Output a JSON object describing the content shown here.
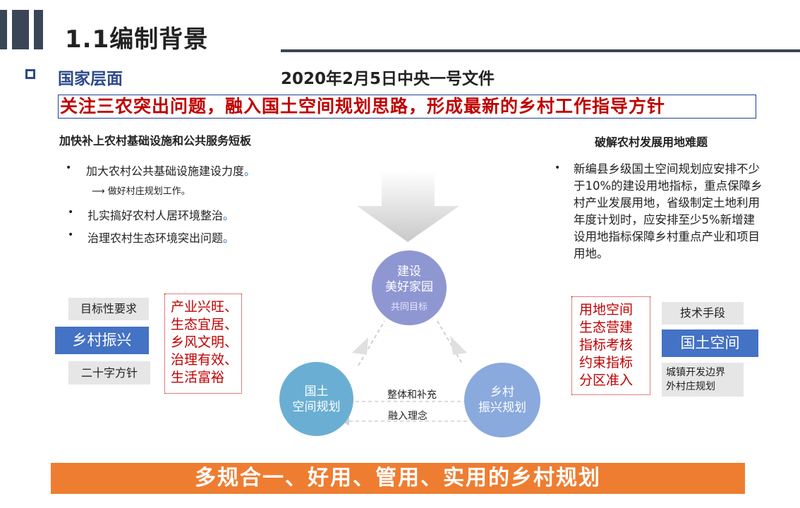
{
  "header": {
    "title": "1.1编制背景"
  },
  "section": {
    "label": "国家层面",
    "doc_title": "2020年2月5日中央一号文件"
  },
  "banner": "关注三农突出问题，融入国土空间规划思路，形成最新的乡村工作指导方针",
  "left": {
    "heading": "加快补上农村基础设施和公共服务短板",
    "items": [
      {
        "bullet": "•",
        "text": "加大农村公共基础设施建设力度",
        "tail": "。"
      },
      {
        "arrow": "⟶",
        "text": "做好村庄规划工作。"
      },
      {
        "bullet": "•",
        "text": "扎实搞好农村人居环境整治",
        "tail": "。"
      },
      {
        "bullet": "•",
        "text": "治理农村生态环境突出问题",
        "tail": "。"
      }
    ]
  },
  "right": {
    "heading": "破解农村发展用地难题",
    "bullet": "•",
    "paragraph": "新编县乡级国土空间规划应安排不少于10%的建设用地指标，重点保障乡村产业发展用地，省级制定土地利用年度计划时，应安排至少5%新增建设用地指标保障乡村重点产业和项目用地。"
  },
  "diagram": {
    "top_circle": {
      "line1": "建设",
      "line2": "美好家园",
      "sub": "共同目标"
    },
    "left_circle": {
      "line1": "国土",
      "line2": "空间规划"
    },
    "right_circle": {
      "line1": "乡村",
      "line2": "振兴规划"
    },
    "link_top": "整体和补充",
    "link_bottom": "融入理念"
  },
  "left_panel": {
    "label_top": "目标性要求",
    "main": "乡村振兴",
    "label_bottom": "二十字方针",
    "red_list": [
      "产业兴旺、",
      "生态宜居、",
      "乡风文明、",
      "治理有效、",
      "生活富裕"
    ]
  },
  "right_panel": {
    "label_top": "技术手段",
    "main": "国土空间",
    "label_bottom_1": "城镇开发边界",
    "label_bottom_2": "外村庄规划",
    "red_list": [
      "用地空间",
      "生态营建",
      "指标考核",
      "约束指标",
      "分区准入"
    ]
  },
  "bottom_banner": "多规合一、好用、管用、实用的乡村规划",
  "colors": {
    "accent_blue": "#4472c4",
    "title_blue": "#2e4a8c",
    "red": "#c00000",
    "orange": "#ee7d31",
    "dark_bar": "#3a4556"
  }
}
